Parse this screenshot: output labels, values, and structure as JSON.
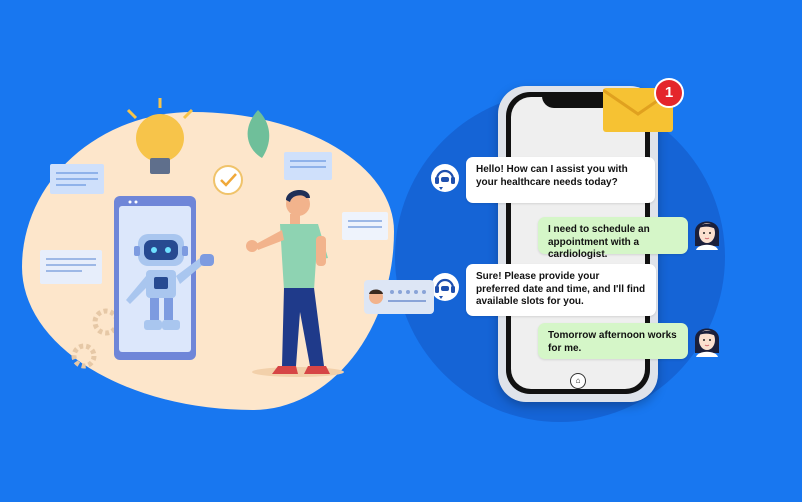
{
  "notification": {
    "count": "1"
  },
  "chat": {
    "messages": [
      {
        "from": "bot",
        "text": "Hello! How can I assist you with your healthcare needs today?"
      },
      {
        "from": "user",
        "text": "I need to schedule an appointment with a cardiologist."
      },
      {
        "from": "bot",
        "text": "Sure! Please provide your preferred date and time, and I'll find available slots for you."
      },
      {
        "from": "user",
        "text": "Tomorrow afternoon works for me."
      }
    ]
  },
  "colors": {
    "background": "#1877f0",
    "blob": "#fde6cb",
    "bot_bubble": "#ffffff",
    "user_bubble": "#d5f6c8",
    "badge": "#e4262b",
    "envelope": "#f6c233"
  },
  "icons": [
    "lightbulb-icon",
    "check-icon",
    "gear-icon",
    "chatbot-headset-icon",
    "envelope-icon",
    "home-icon"
  ]
}
